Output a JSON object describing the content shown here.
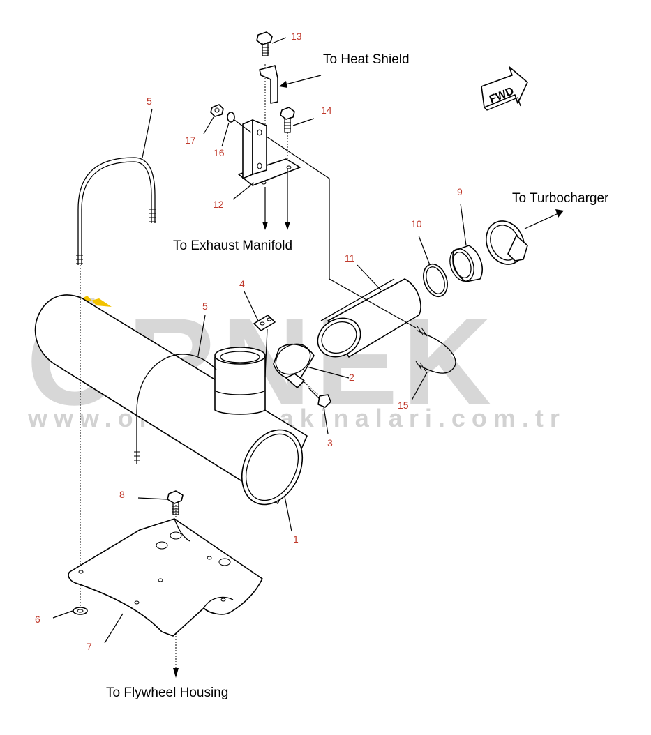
{
  "watermark": {
    "brand": "ÖRNEK",
    "url": "www.ornekismakinalari.com.tr",
    "accent_color": "#f2c200"
  },
  "captions": {
    "heat_shield": "To Heat Shield",
    "turbocharger": "To Turbocharger",
    "exhaust_manifold": "To Exhaust Manifold",
    "flywheel_housing": "To Flywheel Housing"
  },
  "fwd_label": "FWD",
  "callouts": [
    "1",
    "2",
    "3",
    "4",
    "5",
    "5",
    "6",
    "7",
    "8",
    "9",
    "10",
    "11",
    "12",
    "13",
    "14",
    "15",
    "16",
    "17"
  ],
  "colors": {
    "callout": "#c0392b",
    "caption": "#000000",
    "watermark": "#d7d7d7"
  }
}
